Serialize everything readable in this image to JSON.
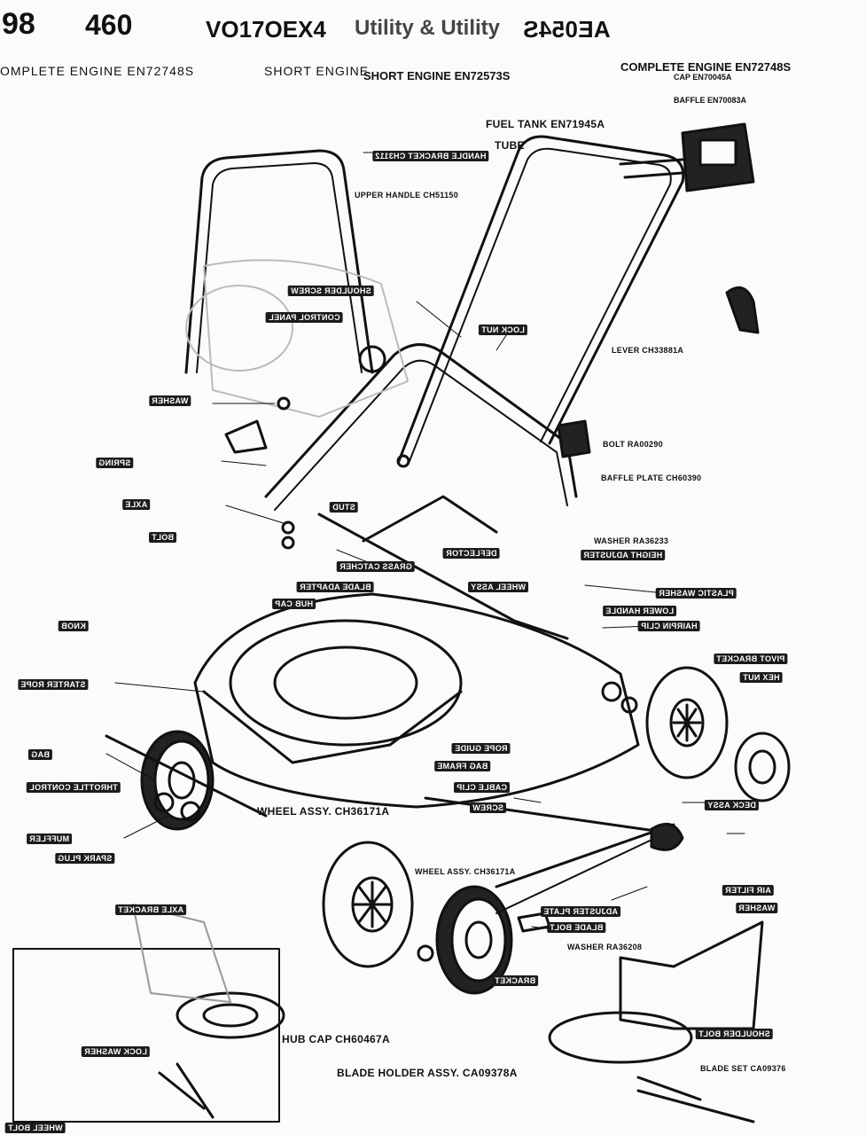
{
  "header": {
    "page_number": "98",
    "model": "460",
    "engine_model": "VO17OEX4",
    "brand_utility": "Utility & Utility",
    "model_reversed": "AE054S",
    "complete_engine": "OMPLETE ENGINE EN72748S",
    "short_engine": "SHORT ENGINE",
    "complete_engine_reversed": "COMPLETE ENGINE EN72748S",
    "short_engine_reversed": "SHORT ENGINE EN72573S",
    "cap": "CAP EN70045A",
    "baffle": "BAFFLE EN70083A"
  },
  "labels": {
    "fuel_tank": "FUEL TANK EN71945A",
    "tube": "TUBE",
    "upper_handle": "UPPER HANDLE CH51150",
    "lever": "LEVER CH33881A",
    "bolt": "BOLT RA00290",
    "baffle_plate": "BAFFLE PLATE CH60390",
    "washer": "WASHER RA36233",
    "wheel_assy": "WHEEL ASSY. CH36171A",
    "wheel_assy_2": "WHEEL ASSY. CH36171A",
    "hub_cap": "HUB CAP CH60467A",
    "blade_holder": "BLADE HOLDER ASSY. CA09378A",
    "blade_set": "BLADE SET CA09376",
    "washer_2": "WASHER RA36208",
    "reversed_1": "HANDLE BRACKET CH3112",
    "reversed_2": "SHOULDER SCREW",
    "reversed_3": "CONTROL PANEL",
    "reversed_4": "LOCK NUT",
    "reversed_5": "WASHER",
    "reversed_6": "SPRING",
    "reversed_7": "AXLE",
    "reversed_8": "STUD",
    "reversed_9": "BOLT",
    "reversed_10": "DEFLECTOR",
    "reversed_11": "HEIGHT ADJUSTER",
    "reversed_12": "GRASS CATCHER",
    "reversed_13": "BLADE ADAPTER",
    "reversed_14": "WHEEL ASSY",
    "reversed_15": "HUB CAP",
    "reversed_16": "PLASTIC WASHER",
    "reversed_17": "LOWER HANDLE",
    "reversed_18": "KNOB",
    "reversed_19": "HAIRPIN CLIP",
    "reversed_20": "PIVOT BRACKET",
    "reversed_21": "HEX NUT",
    "reversed_22": "STARTER ROPE",
    "reversed_23": "ROPE GUIDE",
    "reversed_24": "BAG",
    "reversed_25": "BAG FRAME",
    "reversed_26": "THROTTLE CONTROL",
    "reversed_27": "CABLE CLIP",
    "reversed_28": "SCREW",
    "reversed_29": "DECK ASSY",
    "reversed_30": "MUFFLER",
    "reversed_31": "SPARK PLUG",
    "reversed_32": "AIR FILTER",
    "reversed_33": "WASHER",
    "reversed_34": "AXLE BRACKET",
    "reversed_35": "ADJUSTER PLATE",
    "reversed_36": "BLADE BOLT",
    "reversed_37": "BRACKET",
    "reversed_38": "LOCK WASHER",
    "reversed_39": "SHOULDER BOLT",
    "reversed_40": "WHEEL BOLT"
  },
  "colors": {
    "ink": "#111111",
    "paper": "#fbfbfb"
  }
}
